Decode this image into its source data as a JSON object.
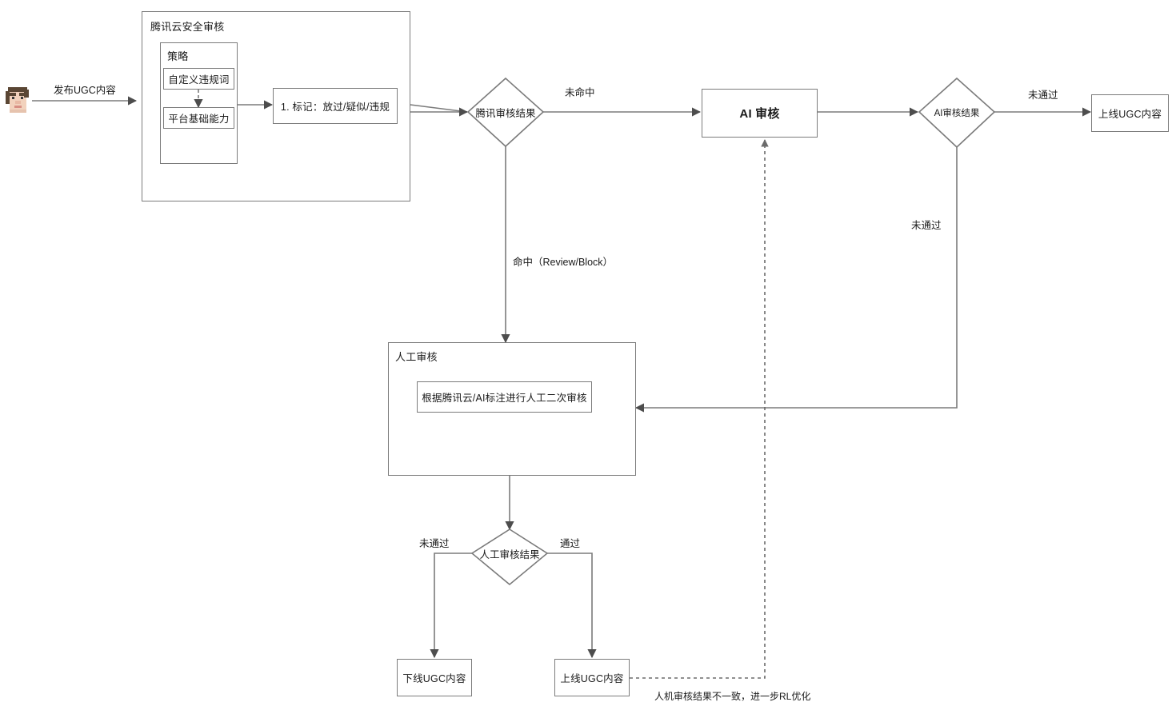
{
  "diagram": {
    "title_implicit": "UGC 内容审核流程图",
    "colors": {
      "stroke": "#7b7b7b",
      "text": "#1a1a1a",
      "background": "#ffffff",
      "arrow": "#4d4d4d"
    }
  },
  "actor": {
    "icon": "user-avatar-icon",
    "label": ""
  },
  "nodes": {
    "tencent_cloud_group": {
      "label": "腾讯云安全审核"
    },
    "policy_group": {
      "label": "策略"
    },
    "custom_words": {
      "label": "自定义违规词"
    },
    "platform_base": {
      "label": "平台基础能力"
    },
    "mark_step": {
      "label": "1. 标记：放过/疑似/违规"
    },
    "tencent_result": {
      "label": "腾讯审核结果",
      "shape": "diamond"
    },
    "ai_review": {
      "label": "AI 审核",
      "shape": "rect-bold"
    },
    "ai_result": {
      "label": "AI审核结果",
      "shape": "diamond"
    },
    "publish_top": {
      "label": "上线UGC内容"
    },
    "manual_group": {
      "label": "人工审核"
    },
    "manual_task": {
      "label": "根据腾讯云/AI标注进行人工二次审核"
    },
    "manual_result": {
      "label": "人工审核结果",
      "shape": "diamond"
    },
    "offline_ugc": {
      "label": "下线UGC内容"
    },
    "publish_bottom": {
      "label": "上线UGC内容"
    }
  },
  "edge_labels": {
    "publish_ugc": "发布UGC内容",
    "not_hit": "未命中",
    "hit_review_block": "命中（Review/Block）",
    "ai_not_passed_right": "未通过",
    "ai_not_passed_down": "未通过",
    "manual_not_passed": "未通过",
    "manual_passed": "通过",
    "rl_feedback": "人机审核结果不一致，进一步RL优化"
  }
}
